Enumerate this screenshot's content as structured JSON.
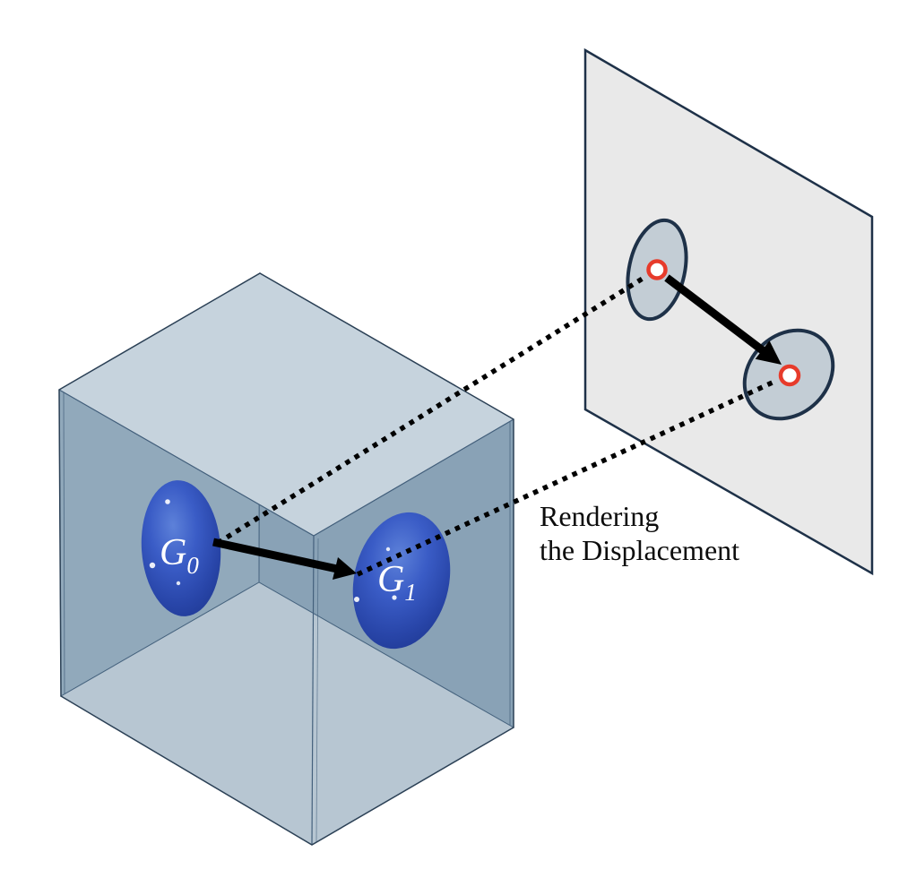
{
  "figure": {
    "annotation": {
      "line1": "Rendering",
      "line2": "the Displacement"
    },
    "cube": {
      "gaussians": [
        {
          "label": "G",
          "subscript": "0"
        },
        {
          "label": "G",
          "subscript": "1"
        }
      ]
    },
    "colors": {
      "gaussian_blue": "#3253c2",
      "gaussian_blue_dark": "#20389a",
      "cube_top_face": "#c6d3dd",
      "cube_left_wall": "#98afc0",
      "cube_right_wall": "#8fa7ba",
      "cube_floor": "#c3d0da",
      "cube_edge": "#2c4156",
      "plane_fill": "#e9e9e9",
      "plane_outline": "#1e3148",
      "splat_fill": "#c3cdd5",
      "marker_red": "#e73b2b",
      "arrow_black": "#000000"
    }
  }
}
